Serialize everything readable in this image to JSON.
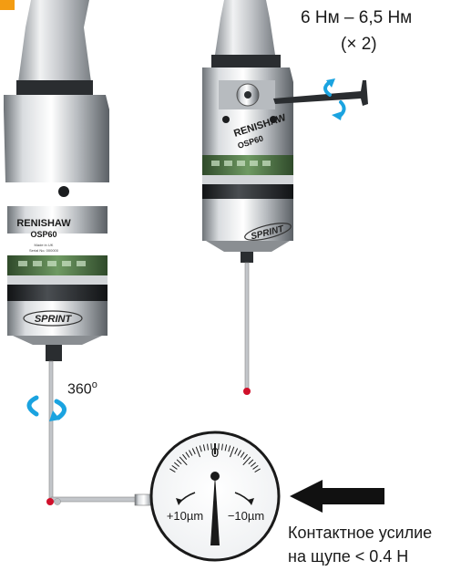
{
  "colors": {
    "accent_orange": "#f39c12",
    "arrow_blue": "#1aa3e0",
    "stylus_tip_red": "#d0102b",
    "probe_silver": "#c9ccd0",
    "probe_dark": "#2a2d30",
    "window_green": "#4f7a45",
    "push_arrow": "#111111"
  },
  "labels": {
    "torque_line1": "6 Нм – 6,5 Нм",
    "torque_line2": "(× 2)",
    "rotation_value": "360",
    "rotation_unit": "o",
    "force_line1": "Контактное усилие",
    "force_line2": "на щупе < 0.4 Н"
  },
  "probe_left": {
    "brand": "RENISHAW",
    "model": "OSP60",
    "band": "SPRINT",
    "fine_print": [
      "Made in UK",
      "Serial No. 000000"
    ]
  },
  "probe_right": {
    "brand": "RENISHAW",
    "model": "OSP60",
    "band": "SPRINT"
  },
  "gauge": {
    "zero": "0",
    "plus": "+10µm",
    "minus": "−10µm"
  },
  "icons": [
    "rotate-arrows-icon",
    "rotate-arrows-icon",
    "push-arrow-icon",
    "hex-key-icon"
  ]
}
